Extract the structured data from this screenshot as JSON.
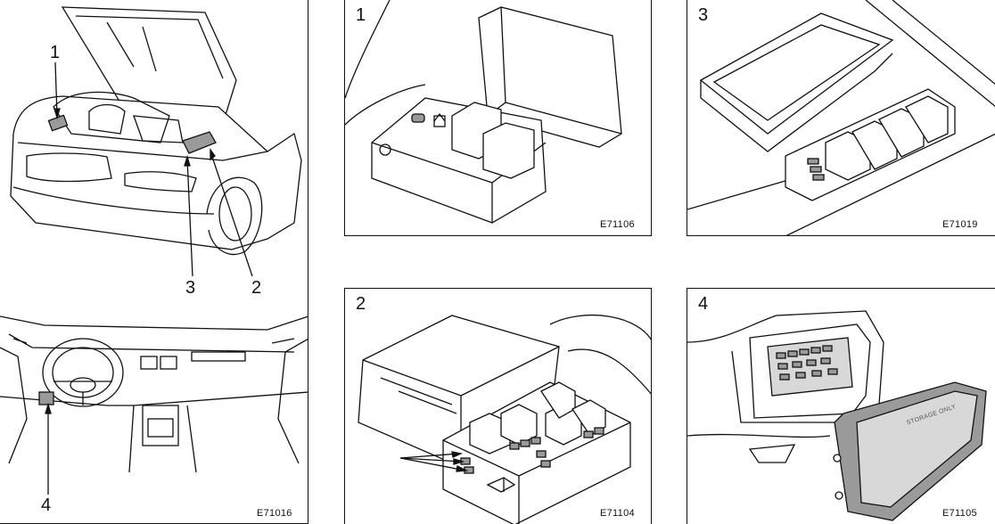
{
  "overview": {
    "callouts": [
      "1",
      "3",
      "2",
      "4"
    ],
    "figure_code": "E71016"
  },
  "detail_1": {
    "number": "1",
    "figure_code": "E71106"
  },
  "detail_3": {
    "number": "3",
    "figure_code": "E71019"
  },
  "detail_2": {
    "number": "2",
    "figure_code": "E71104"
  },
  "detail_4": {
    "number": "4",
    "figure_code": "E71105",
    "tray_label": "STORAGE ONLY"
  },
  "colors": {
    "line": "#111111",
    "shade": "#9a9a9a",
    "light_shade": "#d8d8d8"
  }
}
